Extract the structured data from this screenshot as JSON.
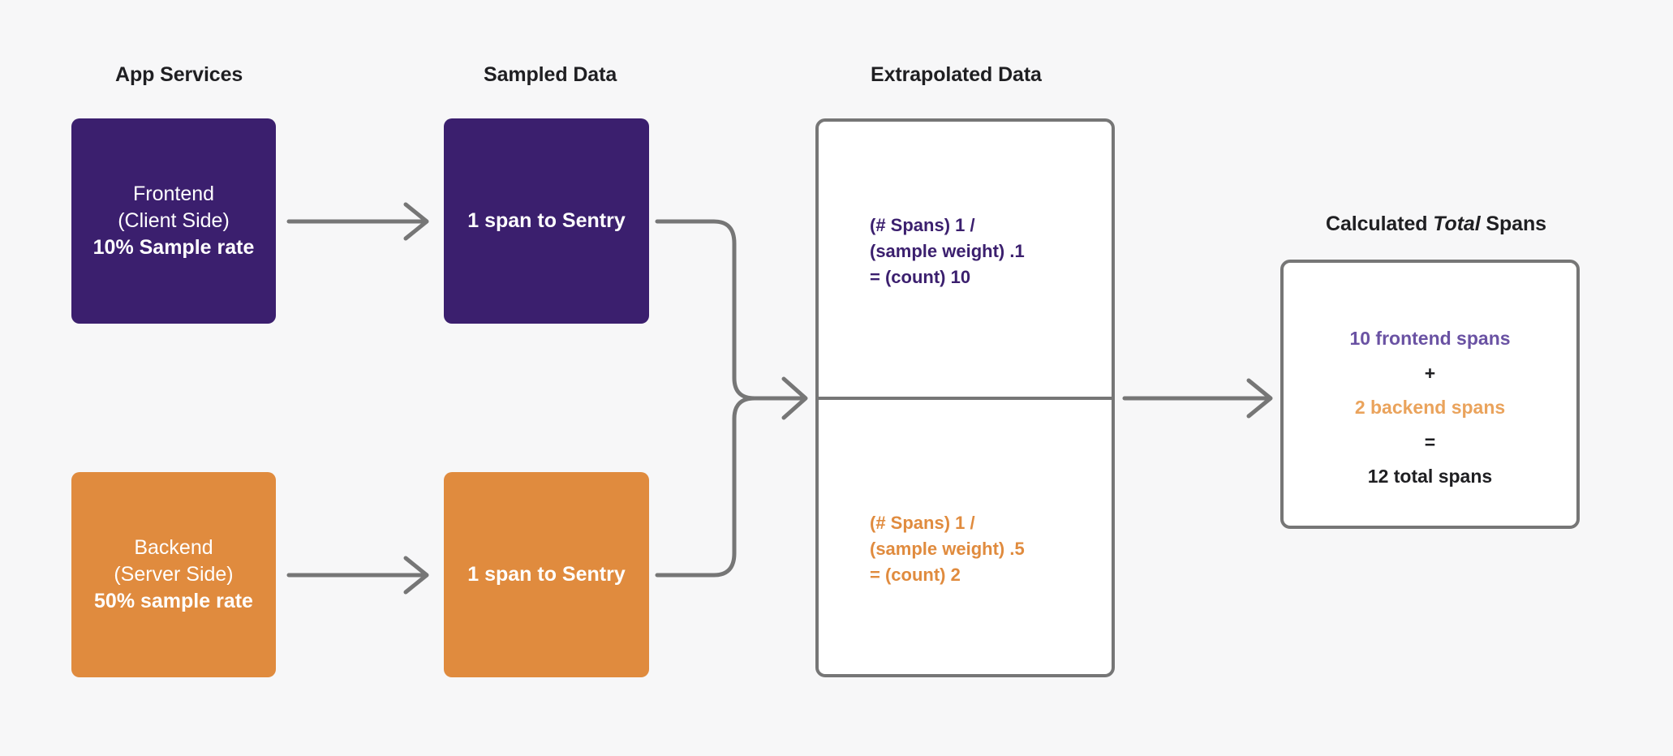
{
  "diagram": {
    "title_colors": {
      "background": "#f7f7f8",
      "purple_fill": "#3b1f6e",
      "orange_fill": "#e08b3e",
      "outline_gray": "#767676",
      "accent_purple_text": "#6a52a3",
      "accent_orange_text": "#eaa35c",
      "heading_text": "#1f1f22"
    },
    "headers": [
      {
        "id": "app-services",
        "label": "App Services"
      },
      {
        "id": "sampled-data",
        "label": "Sampled Data"
      },
      {
        "id": "extrapolated-data",
        "label": "Extrapolated Data"
      }
    ],
    "calculated_header": {
      "prefix": "Calculated ",
      "emphasis": "Total",
      "suffix": " Spans"
    },
    "services": [
      {
        "id": "frontend",
        "line1": "Frontend",
        "line2": "(Client Side)",
        "line3": "10% Sample rate",
        "color": "#3b1f6e"
      },
      {
        "id": "backend",
        "line1": "Backend",
        "line2": "(Server Side)",
        "line3": "50% sample rate",
        "color": "#e08b3e"
      }
    ],
    "sampled": [
      {
        "id": "frontend-sampled",
        "label": "1 span to Sentry",
        "color": "#3b1f6e"
      },
      {
        "id": "backend-sampled",
        "label": "1 span to Sentry",
        "color": "#e08b3e"
      }
    ],
    "extrapolated": [
      {
        "id": "frontend-extrapolation",
        "line1": "(# Spans) 1 /",
        "line2": "(sample weight) .1",
        "line3": "=  (count) 10",
        "color": "#3b1f6e"
      },
      {
        "id": "backend-extrapolation",
        "line1": "(# Spans) 1 /",
        "line2": "(sample weight) .5",
        "line3": "=  (count) 2",
        "color": "#e08b3e"
      }
    ],
    "total": {
      "frontend_spans": "10 frontend spans",
      "plus": "+",
      "backend_spans": "2 backend spans",
      "equals": "=",
      "total_spans": "12 total spans"
    }
  }
}
